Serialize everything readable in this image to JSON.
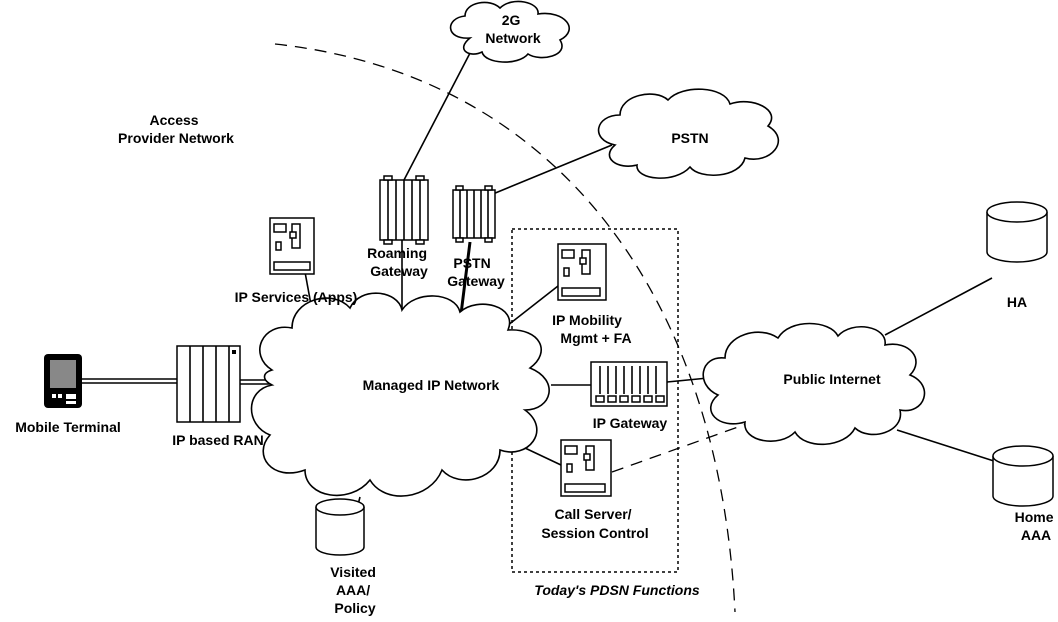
{
  "nodes": {
    "access_provider": [
      "Access",
      "Provider Network"
    ],
    "network_2g": [
      "2G",
      "Network"
    ],
    "pstn": "PSTN",
    "roaming_gateway": [
      "Roaming",
      "Gateway"
    ],
    "pstn_gateway": [
      "PSTN",
      "Gateway"
    ],
    "ip_services": "IP Services (Apps)",
    "ip_mobility": [
      "IP Mobility",
      "Mgmt + FA"
    ],
    "managed_ip": "Managed IP Network",
    "ip_gateway": "IP Gateway",
    "public_internet": "Public Internet",
    "mobile_terminal": "Mobile Terminal",
    "ip_ran": "IP based RAN",
    "call_server": [
      "Call Server/",
      "Session Control"
    ],
    "visited_aaa": [
      "Visited",
      "AAA/",
      "Policy"
    ],
    "ha": "HA",
    "home_aaa": [
      "Home",
      "AAA"
    ],
    "pdsn_caption": "Today's PDSN Functions"
  }
}
